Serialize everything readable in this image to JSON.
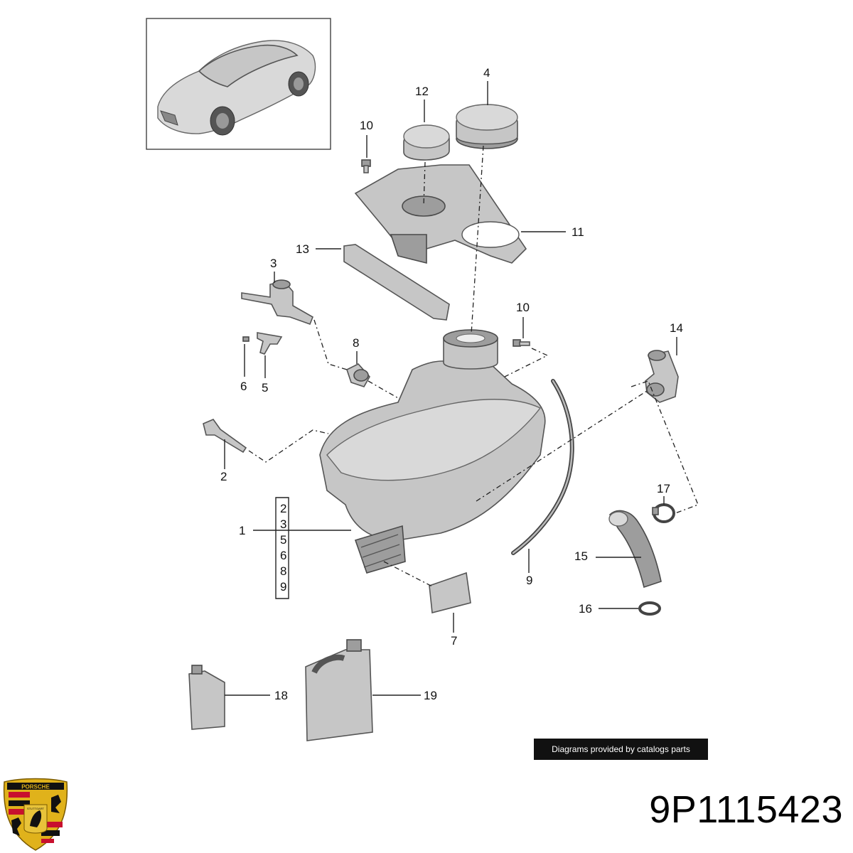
{
  "callouts": [
    {
      "id": "p4",
      "label": "4"
    },
    {
      "id": "p12",
      "label": "12"
    },
    {
      "id": "p10a",
      "label": "10"
    },
    {
      "id": "p11",
      "label": "11"
    },
    {
      "id": "p13",
      "label": "13"
    },
    {
      "id": "p3",
      "label": "3"
    },
    {
      "id": "p10b",
      "label": "10"
    },
    {
      "id": "p14",
      "label": "14"
    },
    {
      "id": "p8",
      "label": "8"
    },
    {
      "id": "p6",
      "label": "6"
    },
    {
      "id": "p5",
      "label": "5"
    },
    {
      "id": "p2",
      "label": "2"
    },
    {
      "id": "p17",
      "label": "17"
    },
    {
      "id": "p1",
      "label": "1"
    },
    {
      "id": "p15",
      "label": "15"
    },
    {
      "id": "p9",
      "label": "9"
    },
    {
      "id": "p16",
      "label": "16"
    },
    {
      "id": "p7",
      "label": "7"
    },
    {
      "id": "p18",
      "label": "18"
    },
    {
      "id": "p19",
      "label": "19"
    }
  ],
  "group_list": [
    "2",
    "3",
    "5",
    "6",
    "8",
    "9"
  ],
  "credit": "Diagrams provided by catalogs parts",
  "part_number": "9P1115423",
  "logo": {
    "name": "porsche-crest-icon",
    "text": "PORSCHE",
    "city": "STUTTGART",
    "colors": {
      "gold": "#e0b21b",
      "red": "#c8102e",
      "black": "#111111"
    }
  }
}
